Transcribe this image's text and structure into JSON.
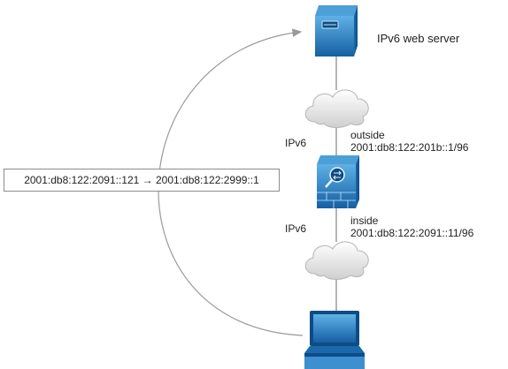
{
  "labels": {
    "server": "IPv6 web server",
    "outside_zone": "IPv6",
    "inside_zone": "IPv6",
    "outside_if_name": "outside",
    "outside_if_addr": "2001:db8:122:201b::1/96",
    "inside_if_name": "inside",
    "inside_if_addr": "2001:db8:122:2091::11/96",
    "translation": "2001:db8:122:2091::121 → 2001:db8:122:2999::1"
  },
  "icons": {
    "server": "server-icon",
    "cloud_outside": "cloud-icon",
    "firewall": "asa-firewall-icon",
    "cloud_inside": "cloud-icon",
    "laptop": "laptop-icon"
  },
  "colors": {
    "device_blue": "#1f7fc4",
    "device_blue_dark": "#0f5a93",
    "link_gray": "#9a9a9a",
    "cloud_gray": "#d8d8d8"
  }
}
